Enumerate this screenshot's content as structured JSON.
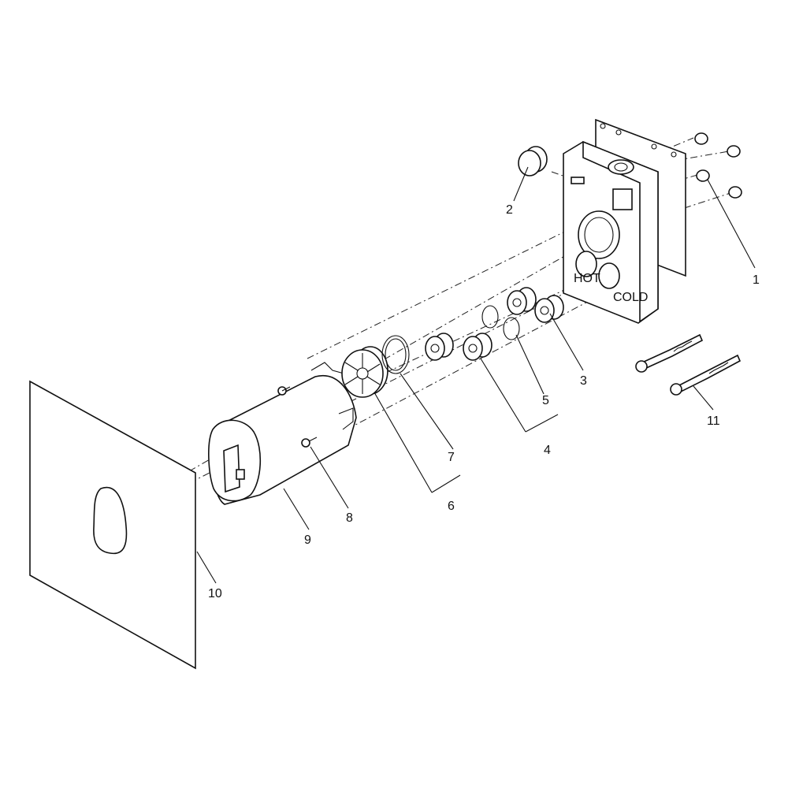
{
  "callouts": {
    "c1": "1",
    "c2": "2",
    "c3": "3",
    "c4": "4",
    "c5": "5",
    "c6": "6",
    "c7": "7",
    "c8": "8",
    "c9": "9",
    "c10": "10",
    "c11": "11"
  },
  "housing_labels": {
    "hot": "HOT",
    "cold": "COLD"
  },
  "colors": {
    "line": "#111111",
    "background": "#ffffff"
  }
}
